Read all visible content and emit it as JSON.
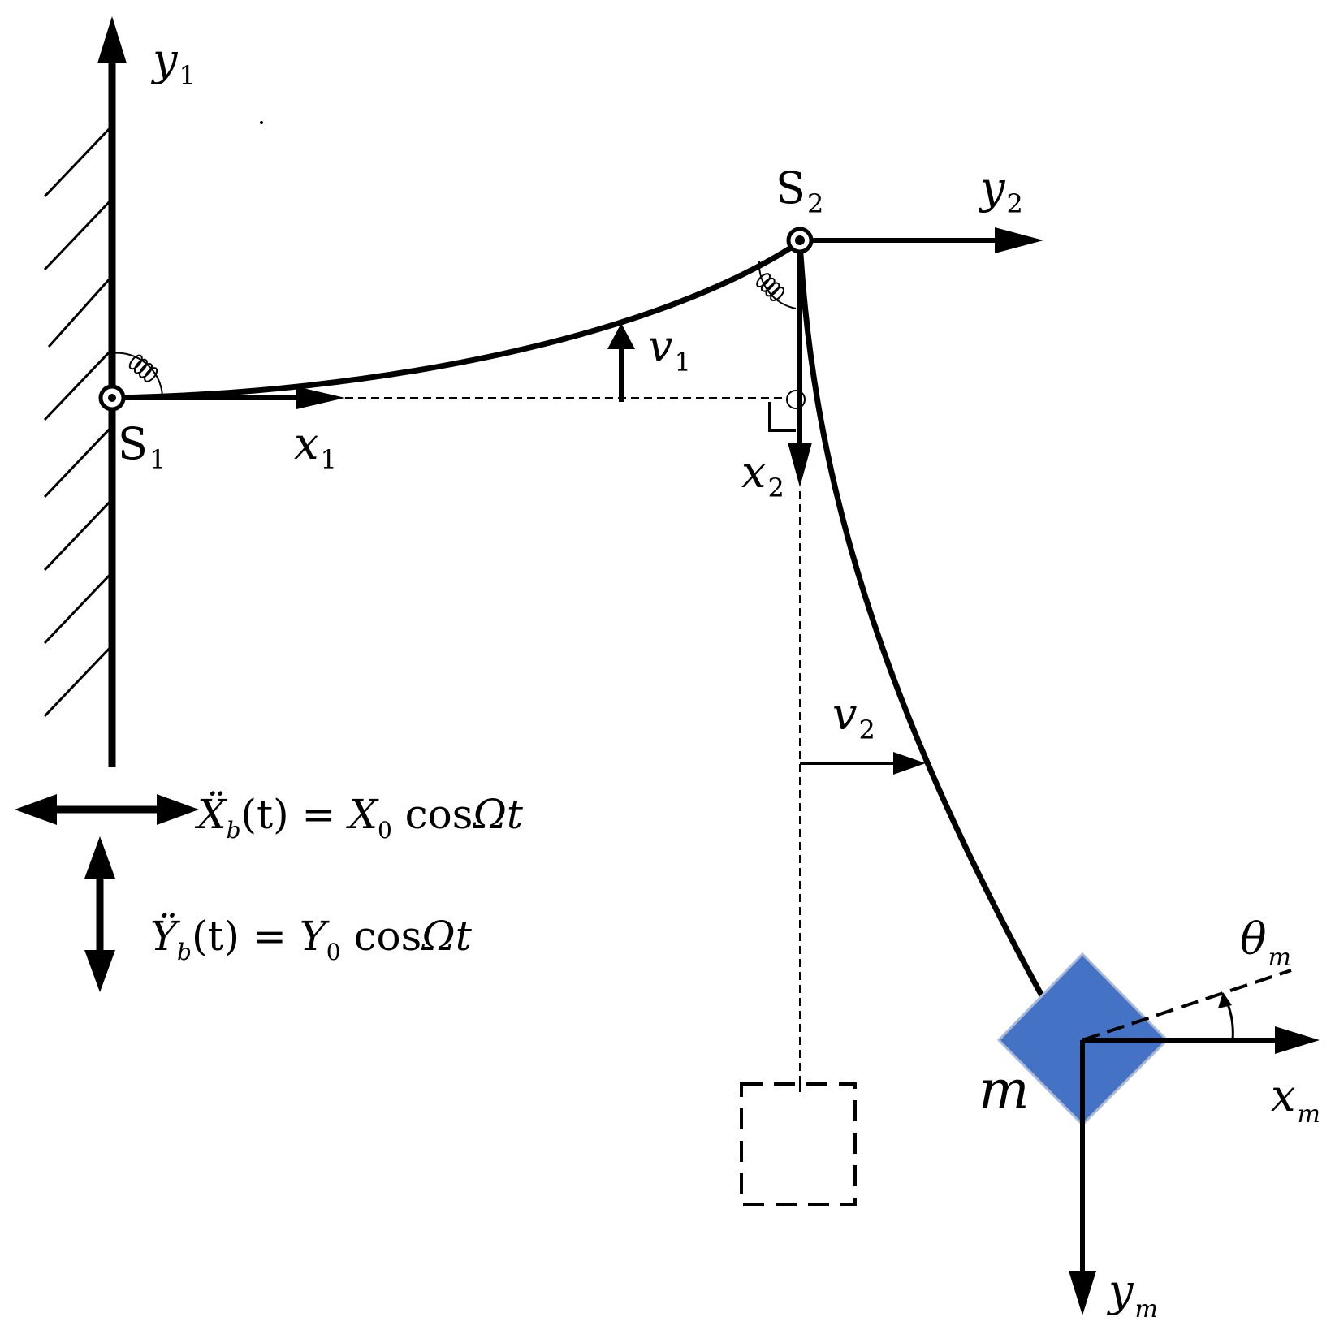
{
  "labels": {
    "y1": {
      "main": "y",
      "sub": "1"
    },
    "x1": {
      "main": "x",
      "sub": "1"
    },
    "s1": {
      "main": "S",
      "sub": "1"
    },
    "s2": {
      "main": "S",
      "sub": "2"
    },
    "y2": {
      "main": "y",
      "sub": "2"
    },
    "x2": {
      "main": "x",
      "sub": "2"
    },
    "v1": {
      "main": "v",
      "sub": "1"
    },
    "v2": {
      "main": "v",
      "sub": "2"
    },
    "theta_m": {
      "main": "θ",
      "sub": "m"
    },
    "mass": "m",
    "xm": {
      "main": "x",
      "sub": "m"
    },
    "ym": {
      "main": "y",
      "sub": "m"
    }
  },
  "equations": {
    "x_excitation": {
      "var": "Ẍ",
      "var_sub": "b",
      "arg": "(t)",
      "eq": " = ",
      "amp": "X",
      "amp_sub": "0",
      "func": " cos",
      "omega": "Ω",
      "t": "t"
    },
    "y_excitation": {
      "var": "Ÿ",
      "var_sub": "b",
      "arg": "(t)",
      "eq": " = ",
      "amp": "Y",
      "amp_sub": "0",
      "func": " cos",
      "omega": "Ω",
      "t": "t"
    }
  },
  "colors": {
    "mass_fill": "#4472C4",
    "mass_stroke": "#A9B8D6",
    "ink": "#000000"
  }
}
